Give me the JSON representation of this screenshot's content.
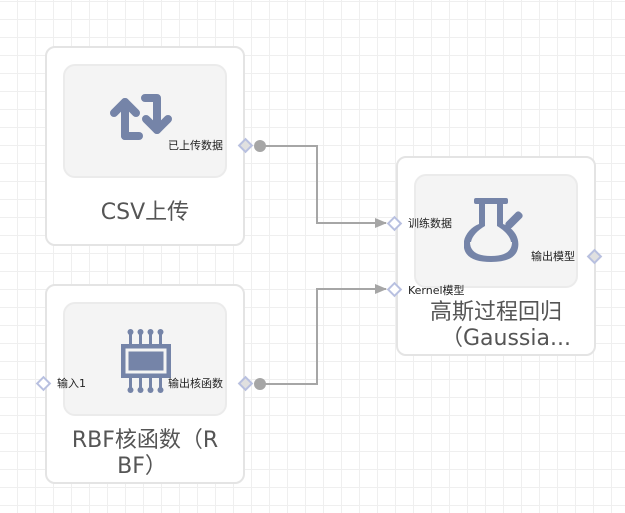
{
  "nodes": {
    "csv_upload": {
      "title": "CSV上传",
      "icon": "sync-arrows-icon",
      "output_port": "已上传数据"
    },
    "gaussian": {
      "title_line1": "高斯过程回归",
      "title_line2": "（Gaussia...",
      "icon": "flask-icon",
      "input_ports": [
        "训练数据",
        "Kernel模型"
      ],
      "output_port": "输出模型"
    },
    "rbf": {
      "title_line1": "RBF核函数（R",
      "title_line2": "BF）",
      "icon": "chip-icon",
      "input_port": "输入1",
      "output_port": "输出核函数"
    }
  },
  "edges": [
    {
      "from": "csv_upload.已上传数据",
      "to": "gaussian.训练数据"
    },
    {
      "from": "rbf.输出核函数",
      "to": "gaussian.Kernel模型"
    }
  ],
  "colors": {
    "icon": "#7584a8",
    "edge": "#a6a6a6",
    "port_border": "#b8c0e0"
  }
}
